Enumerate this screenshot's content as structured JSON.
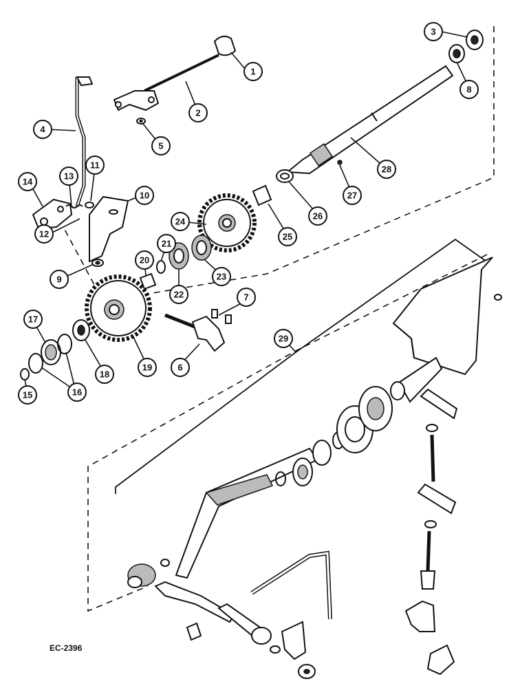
{
  "figure": {
    "code": "EC-2396"
  },
  "callouts": [
    {
      "id": "1",
      "label": "1"
    },
    {
      "id": "2",
      "label": "2"
    },
    {
      "id": "3",
      "label": "3"
    },
    {
      "id": "4",
      "label": "4"
    },
    {
      "id": "5",
      "label": "5"
    },
    {
      "id": "6",
      "label": "6"
    },
    {
      "id": "7",
      "label": "7"
    },
    {
      "id": "8",
      "label": "8"
    },
    {
      "id": "9",
      "label": "9"
    },
    {
      "id": "10",
      "label": "10"
    },
    {
      "id": "11",
      "label": "11"
    },
    {
      "id": "12",
      "label": "12"
    },
    {
      "id": "13",
      "label": "13"
    },
    {
      "id": "14",
      "label": "14"
    },
    {
      "id": "15",
      "label": "15"
    },
    {
      "id": "16",
      "label": "16"
    },
    {
      "id": "17",
      "label": "17"
    },
    {
      "id": "18",
      "label": "18"
    },
    {
      "id": "19",
      "label": "19"
    },
    {
      "id": "20",
      "label": "20"
    },
    {
      "id": "21",
      "label": "21"
    },
    {
      "id": "22",
      "label": "22"
    },
    {
      "id": "23",
      "label": "23"
    },
    {
      "id": "24",
      "label": "24"
    },
    {
      "id": "25",
      "label": "25"
    },
    {
      "id": "26",
      "label": "26"
    },
    {
      "id": "27",
      "label": "27"
    },
    {
      "id": "28",
      "label": "28"
    },
    {
      "id": "29",
      "label": "29"
    }
  ]
}
